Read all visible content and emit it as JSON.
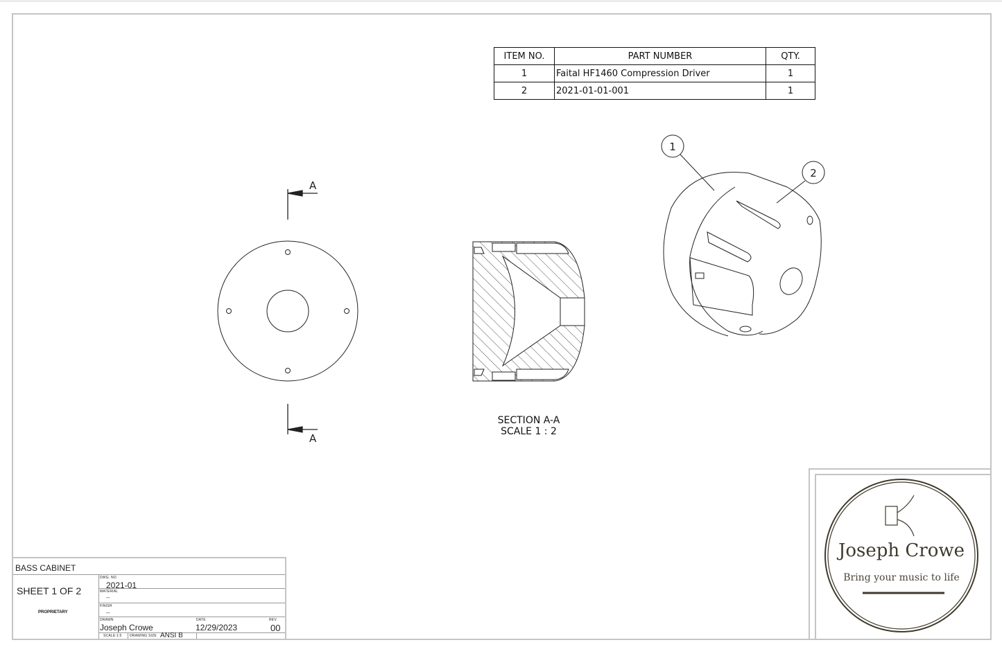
{
  "bom": {
    "headers": [
      "ITEM NO.",
      "PART NUMBER",
      "QTY."
    ],
    "rows": [
      {
        "item": "1",
        "part": "Faital HF1460 Compression Driver",
        "qty": "1"
      },
      {
        "item": "2",
        "part": "2021-01-01-001",
        "qty": "1"
      }
    ]
  },
  "views": {
    "section_label": "A",
    "section_title": "SECTION A-A",
    "section_scale": "SCALE 1 : 2",
    "balloons": [
      "1",
      "2"
    ]
  },
  "title_block": {
    "title": "BASS CABINET",
    "sheet": "SHEET 1 OF 2",
    "proprietary": "PROPRIETARY",
    "dwg_no_label": "DWG. NO.",
    "dwg_no": "2021-01",
    "material_label": "MATERIAL",
    "material": "--",
    "finish_label": "FINISH",
    "finish": "--",
    "drawn_label": "DRAWN",
    "drawn": "Joseph Crowe",
    "date_label": "DATE",
    "date": "12/29/2023",
    "rev_label": "REV.",
    "rev": "00",
    "scale": "SCALE:1:5",
    "drawing_size_label": "DRAWING SIZE",
    "drawing_size": "ANSI B"
  },
  "logo": {
    "name": "Joseph Crowe",
    "tagline": "Bring your music to life",
    "color": "#3f3a2c"
  }
}
